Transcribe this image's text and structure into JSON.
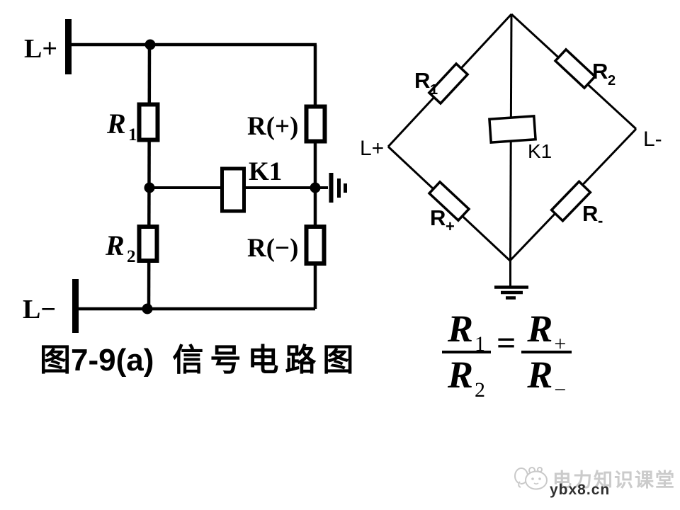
{
  "figure": {
    "caption_number": "图7-9(a)",
    "caption_title": "信号电路图"
  },
  "left_circuit": {
    "terminal_positive": "L+",
    "terminal_negative": "L−",
    "r1_main": "R",
    "r1_sub": "1",
    "r2_main": "R",
    "r2_sub": "2",
    "r_plus": "R(+)",
    "r_minus": "R(−)",
    "relay": "K1"
  },
  "bridge_circuit": {
    "node_positive": "L+",
    "node_negative": "L-",
    "r1_main": "R",
    "r1_sub": "1",
    "r2_main": "R",
    "r2_sub": "2",
    "r_plus_main": "R",
    "r_plus_sub": "+",
    "r_minus_main": "R",
    "r_minus_sub": "-",
    "relay": "K1"
  },
  "formula": {
    "num_left_main": "R",
    "num_left_sub": "1",
    "den_left_main": "R",
    "den_left_sub": "2",
    "equals": "=",
    "num_right_main": "R",
    "num_right_sub": "+",
    "den_right_main": "R",
    "den_right_sub": "−"
  },
  "watermark": {
    "brand": "电力知识课堂",
    "site": "ybx8.cn"
  },
  "colors": {
    "ink": "#000000",
    "background": "#ffffff",
    "watermark_gray": "#cbcbcb",
    "watermark_dark": "#2f2f2f"
  }
}
